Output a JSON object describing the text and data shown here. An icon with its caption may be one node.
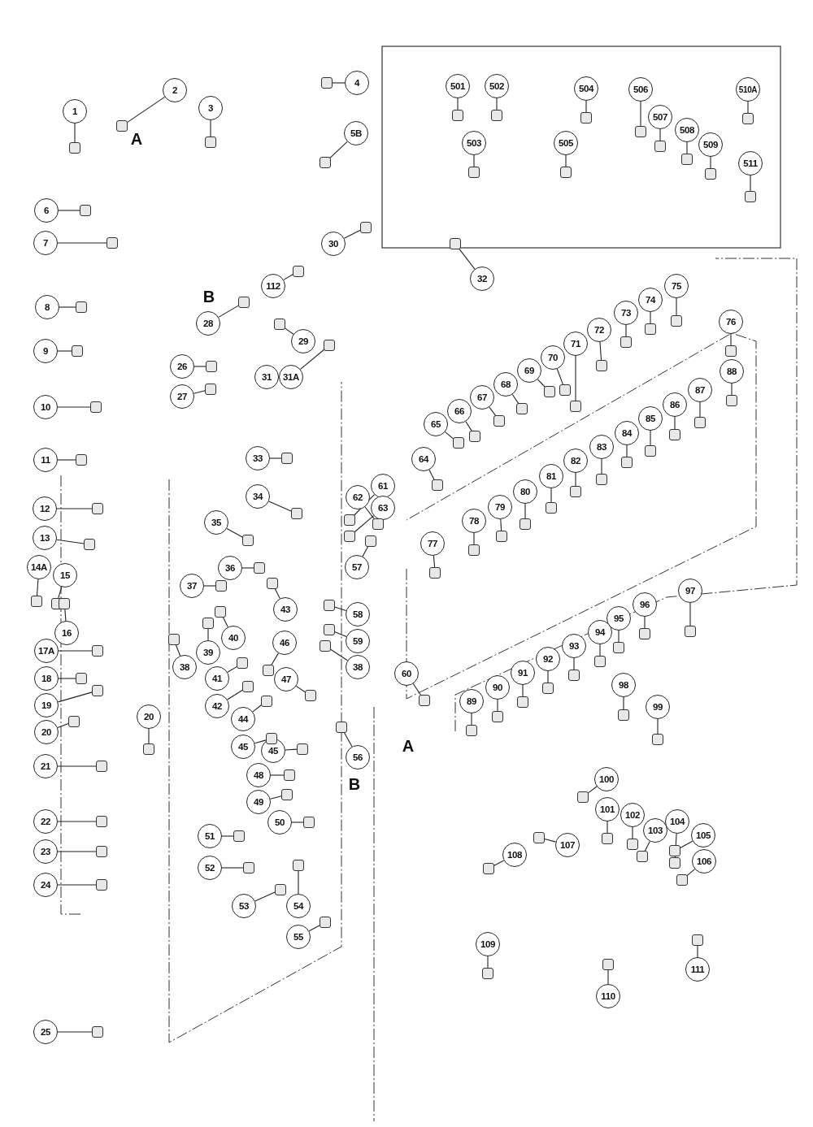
{
  "diagram": {
    "nodes": [
      {
        "text": [
          "1"
        ]
      },
      {
        "text": [
          "2"
        ]
      },
      {
        "text": [
          "3"
        ]
      },
      {
        "text": [
          "4"
        ]
      },
      {
        "text": [
          "5B"
        ]
      },
      {
        "text": [
          "6"
        ]
      },
      {
        "text": [
          "7"
        ]
      },
      {
        "text": [
          "8"
        ]
      },
      {
        "text": [
          "9"
        ]
      },
      {
        "text": [
          "10"
        ]
      },
      {
        "text": [
          "11"
        ]
      },
      {
        "text": [
          "12"
        ]
      },
      {
        "text": [
          "13"
        ]
      },
      {
        "text": [
          "14A"
        ]
      },
      {
        "text": [
          "15"
        ]
      },
      {
        "text": [
          "16"
        ]
      },
      {
        "text": [
          "17A"
        ]
      },
      {
        "text": [
          "18"
        ]
      },
      {
        "text": [
          "19"
        ]
      },
      {
        "text": [
          "20"
        ]
      },
      {
        "text": [
          "20"
        ]
      },
      {
        "text": [
          "21"
        ]
      },
      {
        "text": [
          "22"
        ]
      },
      {
        "text": [
          "23"
        ]
      },
      {
        "text": [
          "24"
        ]
      },
      {
        "text": [
          "25"
        ]
      },
      {
        "text": [
          "26"
        ]
      },
      {
        "text": [
          "27"
        ]
      },
      {
        "text": [
          "28"
        ]
      },
      {
        "text": [
          "29"
        ]
      },
      {
        "text": [
          "30"
        ]
      },
      {
        "text": [
          "31"
        ]
      },
      {
        "text": [
          "31A"
        ]
      },
      {
        "text": [
          "32"
        ]
      },
      {
        "text": [
          "33"
        ]
      },
      {
        "text": [
          "34"
        ]
      },
      {
        "text": [
          "35"
        ]
      },
      {
        "text": [
          "36"
        ]
      },
      {
        "text": [
          "37"
        ]
      },
      {
        "text": [
          "38"
        ]
      },
      {
        "text": [
          "38"
        ]
      },
      {
        "text": [
          "39"
        ]
      },
      {
        "text": [
          "40"
        ]
      },
      {
        "text": [
          "41"
        ]
      },
      {
        "text": [
          "42"
        ]
      },
      {
        "text": [
          "43"
        ]
      },
      {
        "text": [
          "44"
        ]
      },
      {
        "text": [
          "45"
        ]
      },
      {
        "text": [
          "45"
        ]
      },
      {
        "text": [
          "46"
        ]
      },
      {
        "text": [
          "47"
        ]
      },
      {
        "text": [
          "48"
        ]
      },
      {
        "text": [
          "49"
        ]
      },
      {
        "text": [
          "50"
        ]
      },
      {
        "text": [
          "51"
        ]
      },
      {
        "text": [
          "52"
        ]
      },
      {
        "text": [
          "53"
        ]
      },
      {
        "text": [
          "54"
        ]
      },
      {
        "text": [
          "55"
        ]
      },
      {
        "text": [
          "56"
        ]
      },
      {
        "text": [
          "57"
        ]
      },
      {
        "text": [
          "58"
        ]
      },
      {
        "text": [
          "59"
        ]
      },
      {
        "text": [
          "60"
        ]
      },
      {
        "text": [
          "61"
        ]
      },
      {
        "text": [
          "62"
        ]
      },
      {
        "text": [
          "63"
        ]
      },
      {
        "text": [
          "64"
        ]
      },
      {
        "text": [
          "65"
        ]
      },
      {
        "text": [
          "66"
        ]
      },
      {
        "text": [
          "67"
        ]
      },
      {
        "text": [
          "68"
        ]
      },
      {
        "text": [
          "69"
        ]
      },
      {
        "text": [
          "70"
        ]
      },
      {
        "text": [
          "71"
        ]
      },
      {
        "text": [
          "72"
        ]
      },
      {
        "text": [
          "73"
        ]
      },
      {
        "text": [
          "74"
        ]
      },
      {
        "text": [
          "75"
        ]
      },
      {
        "text": [
          "76"
        ]
      },
      {
        "text": [
          "77"
        ]
      },
      {
        "text": [
          "78"
        ]
      },
      {
        "text": [
          "79"
        ]
      },
      {
        "text": [
          "80"
        ]
      },
      {
        "text": [
          "81"
        ]
      },
      {
        "text": [
          "82"
        ]
      },
      {
        "text": [
          "83"
        ]
      },
      {
        "text": [
          "84"
        ]
      },
      {
        "text": [
          "85"
        ]
      },
      {
        "text": [
          "86"
        ]
      },
      {
        "text": [
          "87"
        ]
      },
      {
        "text": [
          "88"
        ]
      },
      {
        "text": [
          "89"
        ]
      },
      {
        "text": [
          "90"
        ]
      },
      {
        "text": [
          "91"
        ]
      },
      {
        "text": [
          "92"
        ]
      },
      {
        "text": [
          "93"
        ]
      },
      {
        "text": [
          "94"
        ]
      },
      {
        "text": [
          "95"
        ]
      },
      {
        "text": [
          "96"
        ]
      },
      {
        "text": [
          "97"
        ]
      },
      {
        "text": [
          "98"
        ]
      },
      {
        "text": [
          "99"
        ]
      },
      {
        "text": [
          "100"
        ]
      },
      {
        "text": [
          "101"
        ]
      },
      {
        "text": [
          "102"
        ]
      },
      {
        "text": [
          "103"
        ]
      },
      {
        "text": [
          "104"
        ]
      },
      {
        "text": [
          "105"
        ]
      },
      {
        "text": [
          "106"
        ]
      },
      {
        "text": [
          "107"
        ]
      },
      {
        "text": [
          "108"
        ]
      },
      {
        "text": [
          "109"
        ]
      },
      {
        "text": [
          "110"
        ]
      },
      {
        "text": [
          "111"
        ]
      },
      {
        "text": [
          "112"
        ]
      },
      {
        "text": [
          "501"
        ]
      },
      {
        "text": [
          "502"
        ]
      },
      {
        "text": [
          "503"
        ]
      },
      {
        "text": [
          "504"
        ]
      },
      {
        "text": [
          "505"
        ]
      },
      {
        "text": [
          "506"
        ]
      },
      {
        "text": [
          "507"
        ]
      },
      {
        "text": [
          "508"
        ]
      },
      {
        "text": [
          "509"
        ]
      },
      {
        "text": [
          "510A"
        ]
      },
      {
        "text": [
          "511"
        ]
      },
      {
        "text": [],
        "shape": "box"
      },
      {
        "text": [],
        "shape": "box"
      },
      {
        "text": [],
        "shape": "box"
      },
      {
        "text": [],
        "shape": "box"
      },
      {
        "text": [],
        "shape": "box"
      },
      {
        "text": [],
        "shape": "box"
      },
      {
        "text": [],
        "shape": "box"
      },
      {
        "text": [],
        "shape": "box"
      },
      {
        "text": [],
        "shape": "box"
      },
      {
        "text": [],
        "shape": "box"
      },
      {
        "text": [],
        "shape": "box"
      },
      {
        "text": [],
        "shape": "box"
      },
      {
        "text": [],
        "shape": "box"
      },
      {
        "text": [],
        "shape": "box"
      },
      {
        "text": [],
        "shape": "box"
      },
      {
        "text": [],
        "shape": "box"
      },
      {
        "text": [],
        "shape": "box"
      },
      {
        "text": [],
        "shape": "box"
      },
      {
        "text": [],
        "shape": "box"
      },
      {
        "text": [],
        "shape": "box"
      },
      {
        "text": [],
        "shape": "box"
      },
      {
        "text": [],
        "shape": "box"
      },
      {
        "text": [],
        "shape": "box"
      },
      {
        "text": [],
        "shape": "box"
      },
      {
        "text": [],
        "shape": "box"
      },
      {
        "text": [],
        "shape": "box"
      },
      {
        "text": [],
        "shape": "box"
      },
      {
        "text": [],
        "shape": "box"
      },
      {
        "text": [],
        "shape": "box"
      },
      {
        "text": [],
        "shape": "box"
      },
      {
        "text": [],
        "shape": "box"
      },
      {
        "text": [],
        "shape": "box"
      },
      {
        "text": [],
        "shape": "box"
      },
      {
        "text": [],
        "shape": "box"
      },
      {
        "text": [],
        "shape": "box"
      },
      {
        "text": [],
        "shape": "box"
      },
      {
        "text": [],
        "shape": "box"
      },
      {
        "text": [],
        "shape": "box"
      },
      {
        "text": [],
        "shape": "box"
      },
      {
        "text": [],
        "shape": "box"
      },
      {
        "text": [],
        "shape": "box"
      },
      {
        "text": [],
        "shape": "box"
      },
      {
        "text": [],
        "shape": "box"
      },
      {
        "text": [],
        "shape": "box"
      },
      {
        "text": [],
        "shape": "box"
      },
      {
        "text": [],
        "shape": "box"
      },
      {
        "text": [],
        "shape": "box"
      },
      {
        "text": [],
        "shape": "box"
      },
      {
        "text": [],
        "shape": "box"
      },
      {
        "text": [],
        "shape": "box"
      },
      {
        "text": [],
        "shape": "box"
      },
      {
        "text": [],
        "shape": "box"
      },
      {
        "text": [],
        "shape": "box"
      },
      {
        "text": [],
        "shape": "box"
      },
      {
        "text": [],
        "shape": "box"
      },
      {
        "text": [],
        "shape": "box"
      },
      {
        "text": [],
        "shape": "box"
      },
      {
        "text": [],
        "shape": "box"
      },
      {
        "text": [],
        "shape": "box"
      },
      {
        "text": [],
        "shape": "box"
      },
      {
        "text": [],
        "shape": "box"
      },
      {
        "text": [],
        "shape": "box"
      },
      {
        "text": [],
        "shape": "box"
      },
      {
        "text": [],
        "shape": "box"
      },
      {
        "text": [],
        "shape": "box"
      },
      {
        "text": [],
        "shape": "box"
      },
      {
        "text": [],
        "shape": "box"
      },
      {
        "text": [],
        "shape": "box"
      },
      {
        "text": [],
        "shape": "box"
      },
      {
        "text": [],
        "shape": "box"
      },
      {
        "text": [],
        "shape": "box"
      },
      {
        "text": [],
        "shape": "box"
      },
      {
        "text": [],
        "shape": "box"
      },
      {
        "text": [],
        "shape": "box"
      },
      {
        "text": [],
        "shape": "box"
      },
      {
        "text": [],
        "shape": "box"
      },
      {
        "text": [],
        "shape": "box"
      },
      {
        "text": [],
        "shape": "box"
      },
      {
        "text": [],
        "shape": "box"
      },
      {
        "text": [],
        "shape": "box"
      },
      {
        "text": [],
        "shape": "box"
      },
      {
        "text": [],
        "shape": "box"
      },
      {
        "text": [],
        "shape": "box"
      },
      {
        "text": [],
        "shape": "box"
      },
      {
        "text": [],
        "shape": "box"
      },
      {
        "text": [],
        "shape": "box"
      },
      {
        "text": [],
        "shape": "box"
      },
      {
        "text": [],
        "shape": "box"
      },
      {
        "text": [],
        "shape": "box"
      },
      {
        "text": [],
        "shape": "box"
      },
      {
        "text": [],
        "shape": "box"
      },
      {
        "text": [],
        "shape": "box"
      },
      {
        "text": [],
        "shape": "box"
      },
      {
        "text": [],
        "shape": "box"
      },
      {
        "text": [],
        "shape": "box"
      },
      {
        "text": [],
        "shape": "box"
      },
      {
        "text": [],
        "shape": "box"
      },
      {
        "text": [],
        "shape": "box"
      },
      {
        "text": [],
        "shape": "box"
      },
      {
        "text": [],
        "shape": "box"
      },
      {
        "text": [],
        "shape": "box"
      },
      {
        "text": [],
        "shape": "box"
      },
      {
        "text": [],
        "shape": "box"
      },
      {
        "text": [],
        "shape": "box"
      },
      {
        "text": [],
        "shape": "box"
      },
      {
        "text": [],
        "shape": "box"
      },
      {
        "text": [],
        "shape": "box"
      },
      {
        "text": [],
        "shape": "box"
      },
      {
        "text": [],
        "shape": "box"
      },
      {
        "text": [],
        "shape": "box"
      },
      {
        "text": [],
        "shape": "box"
      },
      {
        "text": [],
        "shape": "box"
      },
      {
        "text": [],
        "shape": "box"
      },
      {
        "text": [],
        "shape": "box"
      },
      {
        "text": [],
        "shape": "box"
      },
      {
        "text": [],
        "shape": "box"
      },
      {
        "text": [],
        "shape": "box"
      },
      {
        "text": [],
        "shape": "box"
      },
      {
        "text": [],
        "shape": "box"
      },
      {
        "text": [],
        "shape": "box"
      },
      {
        "text": [],
        "shape": "box"
      },
      {
        "text": [],
        "shape": "box"
      },
      {
        "text": [],
        "shape": "box"
      },
      {
        "text": [],
        "shape": "box"
      },
      {
        "text": [],
        "shape": "box"
      },
      {
        "text": [],
        "shape": "box"
      }
    ],
    "edges": [
      {
        "from": 0,
        "to": 127,
        "arrow": "none"
      },
      {
        "from": 1,
        "to": 128,
        "arrow": "none"
      },
      {
        "from": 2,
        "to": 129,
        "arrow": "none"
      },
      {
        "from": 3,
        "to": 130,
        "arrow": "none"
      },
      {
        "from": 4,
        "to": 131,
        "arrow": "none"
      },
      {
        "from": 5,
        "to": 132,
        "arrow": "none"
      },
      {
        "from": 6,
        "to": 133,
        "arrow": "none"
      },
      {
        "from": 7,
        "to": 134,
        "arrow": "none"
      },
      {
        "from": 8,
        "to": 135,
        "arrow": "none"
      },
      {
        "from": 9,
        "to": 136,
        "arrow": "none"
      },
      {
        "from": 10,
        "to": 137,
        "arrow": "none"
      },
      {
        "from": 11,
        "to": 138,
        "arrow": "none"
      },
      {
        "from": 12,
        "to": 139,
        "arrow": "none"
      },
      {
        "from": 13,
        "to": 140,
        "arrow": "none"
      },
      {
        "from": 14,
        "to": 141,
        "arrow": "none"
      },
      {
        "from": 15,
        "to": 142,
        "arrow": "none"
      },
      {
        "from": 16,
        "to": 143,
        "arrow": "none"
      },
      {
        "from": 17,
        "to": 144,
        "arrow": "none"
      },
      {
        "from": 18,
        "to": 145,
        "arrow": "none"
      },
      {
        "from": 19,
        "to": 146,
        "arrow": "none"
      },
      {
        "from": 20,
        "to": 147,
        "arrow": "none"
      },
      {
        "from": 21,
        "to": 148,
        "arrow": "none"
      },
      {
        "from": 22,
        "to": 149,
        "arrow": "none"
      },
      {
        "from": 23,
        "to": 150,
        "arrow": "none"
      },
      {
        "from": 24,
        "to": 151,
        "arrow": "none"
      },
      {
        "from": 25,
        "to": 152,
        "arrow": "none"
      },
      {
        "from": 26,
        "to": 153,
        "arrow": "none"
      },
      {
        "from": 27,
        "to": 154,
        "arrow": "none"
      },
      {
        "from": 28,
        "to": 155,
        "arrow": "none"
      },
      {
        "from": 29,
        "to": 156,
        "arrow": "none"
      },
      {
        "from": 30,
        "to": 157,
        "arrow": "none"
      },
      {
        "from": 32,
        "to": 158,
        "arrow": "none"
      },
      {
        "from": 33,
        "to": 159,
        "arrow": "none"
      },
      {
        "from": 34,
        "to": 160,
        "arrow": "none"
      },
      {
        "from": 35,
        "to": 161,
        "arrow": "none"
      },
      {
        "from": 36,
        "to": 162,
        "arrow": "none"
      },
      {
        "from": 37,
        "to": 163,
        "arrow": "none"
      },
      {
        "from": 38,
        "to": 164,
        "arrow": "none"
      },
      {
        "from": 39,
        "to": 165,
        "arrow": "none"
      },
      {
        "from": 40,
        "to": 166,
        "arrow": "none"
      },
      {
        "from": 41,
        "to": 167,
        "arrow": "none"
      },
      {
        "from": 42,
        "to": 168,
        "arrow": "none"
      },
      {
        "from": 43,
        "to": 169,
        "arrow": "none"
      },
      {
        "from": 44,
        "to": 170,
        "arrow": "none"
      },
      {
        "from": 45,
        "to": 171,
        "arrow": "none"
      },
      {
        "from": 46,
        "to": 172,
        "arrow": "none"
      },
      {
        "from": 47,
        "to": 173,
        "arrow": "none"
      },
      {
        "from": 48,
        "to": 174,
        "arrow": "none"
      },
      {
        "from": 49,
        "to": 175,
        "arrow": "none"
      },
      {
        "from": 50,
        "to": 176,
        "arrow": "none"
      },
      {
        "from": 51,
        "to": 177,
        "arrow": "none"
      },
      {
        "from": 52,
        "to": 178,
        "arrow": "none"
      },
      {
        "from": 53,
        "to": 179,
        "arrow": "none"
      },
      {
        "from": 54,
        "to": 180,
        "arrow": "none"
      },
      {
        "from": 55,
        "to": 181,
        "arrow": "none"
      },
      {
        "from": 56,
        "to": 182,
        "arrow": "none"
      },
      {
        "from": 57,
        "to": 183,
        "arrow": "none"
      },
      {
        "from": 58,
        "to": 184,
        "arrow": "none"
      },
      {
        "from": 59,
        "to": 185,
        "arrow": "none"
      },
      {
        "from": 60,
        "to": 186,
        "arrow": "none"
      },
      {
        "from": 61,
        "to": 187,
        "arrow": "none"
      },
      {
        "from": 62,
        "to": 188,
        "arrow": "none"
      },
      {
        "from": 63,
        "to": 189,
        "arrow": "none"
      },
      {
        "from": 64,
        "to": 190,
        "arrow": "none"
      },
      {
        "from": 65,
        "to": 191,
        "arrow": "none"
      },
      {
        "from": 66,
        "to": 192,
        "arrow": "none"
      },
      {
        "from": 67,
        "to": 193,
        "arrow": "none"
      },
      {
        "from": 68,
        "to": 194,
        "arrow": "none"
      },
      {
        "from": 69,
        "to": 195,
        "arrow": "none"
      },
      {
        "from": 70,
        "to": 196,
        "arrow": "none"
      },
      {
        "from": 71,
        "to": 197,
        "arrow": "none"
      },
      {
        "from": 72,
        "to": 198,
        "arrow": "none"
      },
      {
        "from": 73,
        "to": 199,
        "arrow": "none"
      },
      {
        "from": 74,
        "to": 200,
        "arrow": "none"
      },
      {
        "from": 75,
        "to": 201,
        "arrow": "none"
      },
      {
        "from": 76,
        "to": 202,
        "arrow": "none"
      },
      {
        "from": 77,
        "to": 203,
        "arrow": "none"
      },
      {
        "from": 78,
        "to": 204,
        "arrow": "none"
      },
      {
        "from": 79,
        "to": 205,
        "arrow": "none"
      },
      {
        "from": 80,
        "to": 206,
        "arrow": "none"
      },
      {
        "from": 81,
        "to": 207,
        "arrow": "none"
      },
      {
        "from": 82,
        "to": 208,
        "arrow": "none"
      },
      {
        "from": 83,
        "to": 209,
        "arrow": "none"
      },
      {
        "from": 84,
        "to": 210,
        "arrow": "none"
      },
      {
        "from": 85,
        "to": 211,
        "arrow": "none"
      },
      {
        "from": 86,
        "to": 212,
        "arrow": "none"
      },
      {
        "from": 87,
        "to": 213,
        "arrow": "none"
      },
      {
        "from": 88,
        "to": 214,
        "arrow": "none"
      },
      {
        "from": 89,
        "to": 215,
        "arrow": "none"
      },
      {
        "from": 90,
        "to": 216,
        "arrow": "none"
      },
      {
        "from": 91,
        "to": 217,
        "arrow": "none"
      },
      {
        "from": 92,
        "to": 218,
        "arrow": "none"
      },
      {
        "from": 93,
        "to": 219,
        "arrow": "none"
      },
      {
        "from": 94,
        "to": 220,
        "arrow": "none"
      },
      {
        "from": 95,
        "to": 221,
        "arrow": "none"
      },
      {
        "from": 96,
        "to": 222,
        "arrow": "none"
      },
      {
        "from": 97,
        "to": 223,
        "arrow": "none"
      },
      {
        "from": 98,
        "to": 224,
        "arrow": "none"
      },
      {
        "from": 99,
        "to": 225,
        "arrow": "none"
      },
      {
        "from": 100,
        "to": 226,
        "arrow": "none"
      },
      {
        "from": 101,
        "to": 227,
        "arrow": "none"
      },
      {
        "from": 102,
        "to": 228,
        "arrow": "none"
      },
      {
        "from": 103,
        "to": 229,
        "arrow": "none"
      },
      {
        "from": 104,
        "to": 230,
        "arrow": "none"
      },
      {
        "from": 105,
        "to": 231,
        "arrow": "none"
      },
      {
        "from": 106,
        "to": 232,
        "arrow": "none"
      },
      {
        "from": 107,
        "to": 233,
        "arrow": "none"
      },
      {
        "from": 108,
        "to": 234,
        "arrow": "none"
      },
      {
        "from": 109,
        "to": 235,
        "arrow": "none"
      },
      {
        "from": 110,
        "to": 236,
        "arrow": "none"
      },
      {
        "from": 111,
        "to": 237,
        "arrow": "none"
      },
      {
        "from": 112,
        "to": 238,
        "arrow": "none"
      },
      {
        "from": 113,
        "to": 239,
        "arrow": "none"
      },
      {
        "from": 114,
        "to": 240,
        "arrow": "none"
      },
      {
        "from": 115,
        "to": 241,
        "arrow": "none"
      },
      {
        "from": 116,
        "to": 242,
        "arrow": "none"
      },
      {
        "from": 117,
        "to": 243,
        "arrow": "none"
      },
      {
        "from": 118,
        "to": 244,
        "arrow": "none"
      },
      {
        "from": 119,
        "to": 245,
        "arrow": "none"
      },
      {
        "from": 120,
        "to": 246,
        "arrow": "none"
      },
      {
        "from": 121,
        "to": 247,
        "arrow": "none"
      },
      {
        "from": 122,
        "to": 248,
        "arrow": "none"
      },
      {
        "from": 123,
        "to": 249,
        "arrow": "none"
      },
      {
        "from": 124,
        "to": 250,
        "arrow": "none"
      },
      {
        "from": 125,
        "to": 251,
        "arrow": "none"
      },
      {
        "from": 126,
        "to": 252,
        "arrow": "none"
      }
    ],
    "labels": [
      "A",
      "B",
      "A",
      "B"
    ]
  }
}
